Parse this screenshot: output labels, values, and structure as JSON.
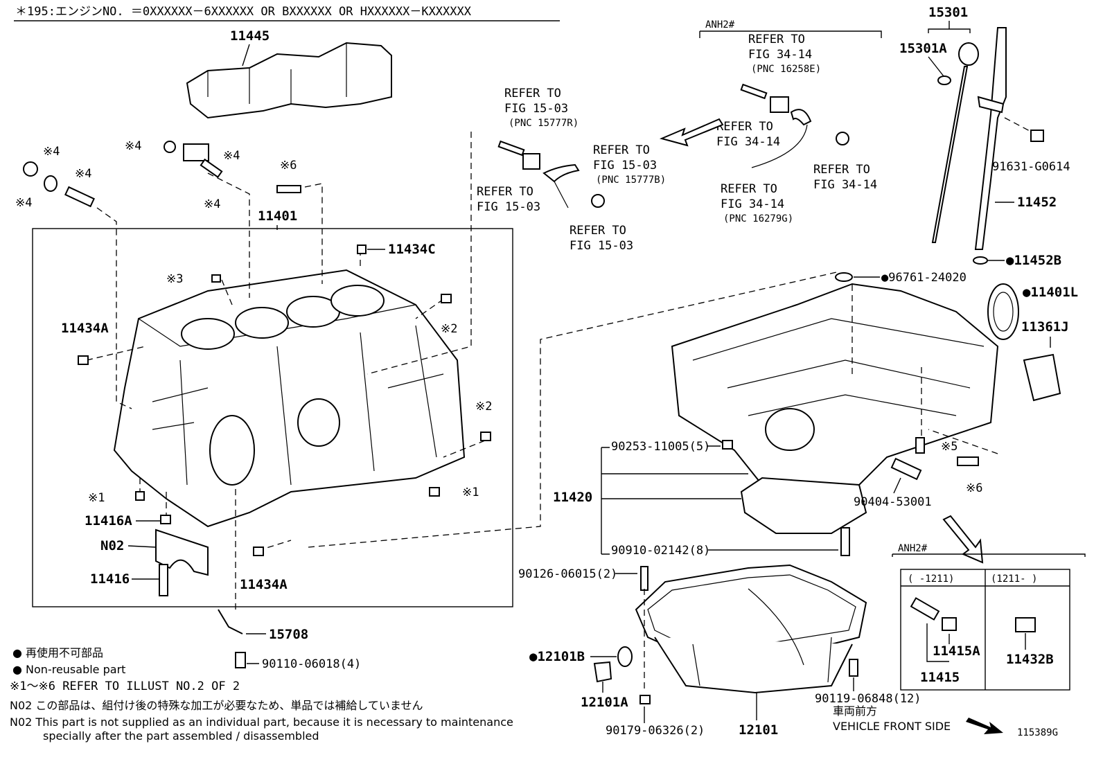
{
  "header": {
    "note_195": "＊195:エンジンNO. ＝0XXXXXX－6XXXXXX OR BXXXXXX OR HXXXXXX－KXXXXXX"
  },
  "labels": {
    "p11445": "11445",
    "p11401": "11401",
    "p11434C": "11434C",
    "p11434A_left": "11434A",
    "p11434A_bottom": "11434A",
    "p11416A": "11416A",
    "pN02": "N02",
    "p11416": "11416",
    "p15708": "15708",
    "p90110": "90110-06018(4)",
    "p15301": "15301",
    "p15301A": "15301A",
    "p91631": "91631-G0614",
    "p11452": "11452",
    "p11452B": "●11452B",
    "p96761": "●96761-24020",
    "p11401L": "●11401L",
    "p11361J": "11361J",
    "p90253": "90253-11005(5)",
    "p11420": "11420",
    "p90910": "90910-02142(8)",
    "p90404": "90404-53001",
    "p90126": "90126-06015(2)",
    "p12101B": "●12101B",
    "p12101A": "12101A",
    "p90179": "90179-06326(2)",
    "p12101": "12101",
    "p90119": "90119-06848(12)",
    "p11415A": "11415A",
    "p11415": "11415",
    "p11432B": "11432B",
    "image_code": "115389G"
  },
  "marks": {
    "m4": "※4",
    "m6": "※6",
    "m3": "※3",
    "m2": "※2",
    "m1": "※1",
    "m5": "※5"
  },
  "refs": {
    "refer_to": "REFER TO",
    "fig_15_03": "FIG 15-03",
    "fig_34_14": "FIG 34-14",
    "pnc_15777R": "(PNC 15777R)",
    "pnc_15777B": "(PNC 15777B)",
    "pnc_16258E": "(PNC 16258E)",
    "pnc_16279G": "(PNC 16279G)",
    "anh2": "ANH2#"
  },
  "inset": {
    "title": "ANH2#",
    "col1": "(     -1211)",
    "col2": "(1211-     )"
  },
  "vehicle_front": {
    "jp": "車両前方",
    "en": "VEHICLE FRONT SIDE"
  },
  "legend": {
    "nonreuse_jp": "● 再使用不可部品",
    "nonreuse_en": "● Non-reusable part",
    "refer_illust": "※1～※6 REFER TO ILLUST NO.2 OF 2",
    "n02_jp": "N02  この部品は、組付け後の特殊な加工が必要なため、単品では補給していません",
    "n02_en_1": "N02  This part is not supplied as an individual part, because it is necessary to maintenance",
    "n02_en_2": "specially after the part assembled / disassembled"
  }
}
